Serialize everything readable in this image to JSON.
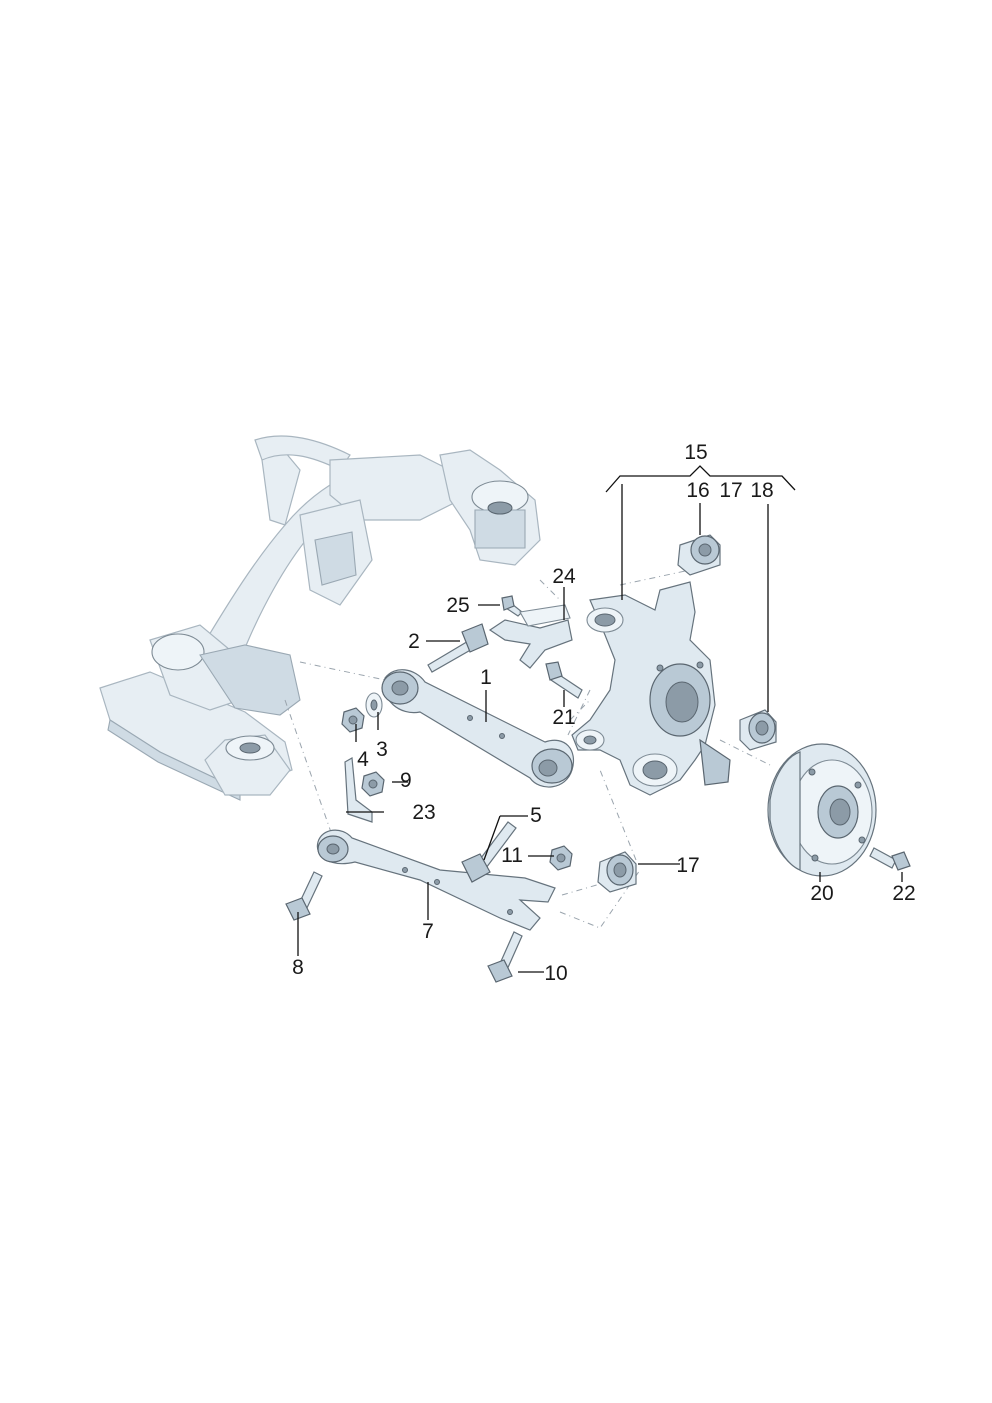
{
  "callouts": {
    "c1": "1",
    "c2": "2",
    "c3": "3",
    "c4": "4",
    "c5": "5",
    "c7": "7",
    "c8": "8",
    "c9": "9",
    "c10": "10",
    "c11": "11",
    "c15": "15",
    "c16": "16",
    "c17a": "17",
    "c18": "18",
    "c17b": "17",
    "c20": "20",
    "c21": "21",
    "c22": "22",
    "c23": "23",
    "c24": "24",
    "c25": "25"
  },
  "colors": {
    "part_fill": "#dfe9f0",
    "part_stroke": "#66737d",
    "frame_fill": "#e7eef3",
    "leader": "#111111"
  }
}
